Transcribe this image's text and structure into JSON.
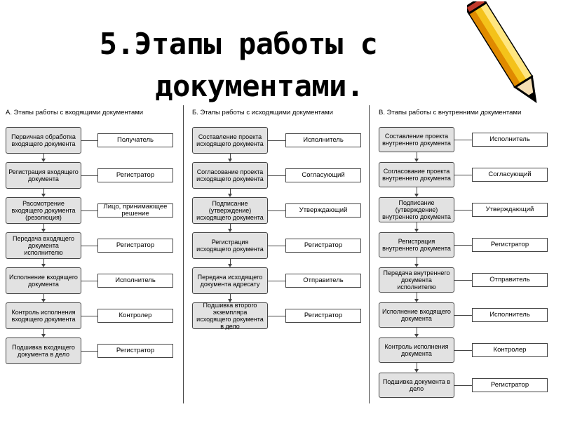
{
  "title": {
    "line1": "5.Этапы работы с",
    "line2": "документами."
  },
  "colors": {
    "step_fill": "#e2e2e2",
    "border": "#444444",
    "pencil_body": "#f4c21a",
    "pencil_stripe": "#e08a00"
  },
  "icon": "pencil-icon",
  "columns": [
    {
      "heading": "А. Этапы работы с входящими документами",
      "steps": [
        {
          "text": "Первичная обработка входящего документа",
          "role": "Получатель"
        },
        {
          "text": "Регистрация входящего документа",
          "role": "Регистратор"
        },
        {
          "text": "Рассмотрение входящего документа (резолюция)",
          "role": "Лицо, принимающее решение"
        },
        {
          "text": "Передача входящего документа исполнителю",
          "role": "Регистратор"
        },
        {
          "text": "Исполнение входящего документа",
          "role": "Исполнитель"
        },
        {
          "text": "Контроль исполнения входящего документа",
          "role": "Контролер"
        },
        {
          "text": "Подшивка входящего документа в дело",
          "role": "Регистратор"
        }
      ]
    },
    {
      "heading": "Б. Этапы работы с исходящими документами",
      "steps": [
        {
          "text": "Составление проекта исходящего документа",
          "role": "Исполнитель"
        },
        {
          "text": "Согласование проекта исходящего документа",
          "role": "Согласующий"
        },
        {
          "text": "Подписание (утверждение) исходящего документа",
          "role": "Утверждающий"
        },
        {
          "text": "Регистрация исходящего документа",
          "role": "Регистратор"
        },
        {
          "text": "Передача исходящего документа адресату",
          "role": "Отправитель"
        },
        {
          "text": "Подшивка второго экземпляра исходящего документа в дело",
          "role": "Регистратор"
        }
      ]
    },
    {
      "heading": "В. Этапы работы с внутренними документами",
      "steps": [
        {
          "text": "Составление проекта внутреннего документа",
          "role": "Исполнитель"
        },
        {
          "text": "Согласование проекта внутреннего документа",
          "role": "Согласующий"
        },
        {
          "text": "Подписание (утверждение) внутреннего документа",
          "role": "Утверждающий"
        },
        {
          "text": "Регистрация внутреннего документа",
          "role": "Регистратор"
        },
        {
          "text": "Передача внутреннего документа исполнителю",
          "role": "Отправитель"
        },
        {
          "text": "Исполнение входящего документа",
          "role": "Исполнитель"
        },
        {
          "text": "Контроль исполнения документа",
          "role": "Контролер"
        },
        {
          "text": "Подшивка документа в дело",
          "role": "Регистратор"
        }
      ]
    }
  ]
}
